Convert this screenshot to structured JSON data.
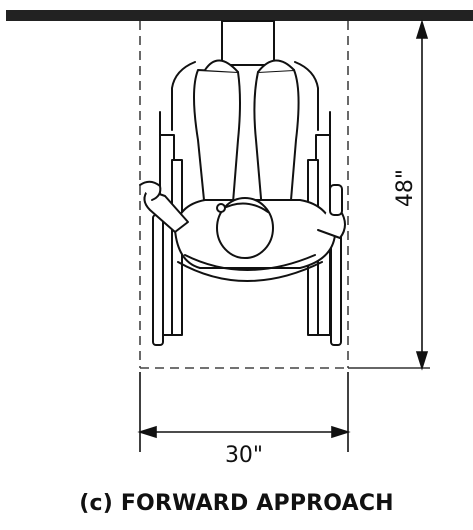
{
  "figure": {
    "height_dimension": "48\"",
    "width_dimension": "30\"",
    "caption": "(c) FORWARD APPROACH"
  },
  "colors": {
    "line": "#111111",
    "wall": "#222222",
    "dash": "#444444"
  }
}
